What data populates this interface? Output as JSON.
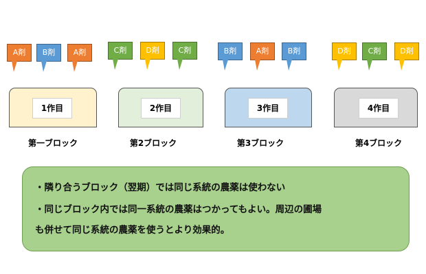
{
  "colors": {
    "A": "#ed7d31",
    "B": "#5b9bd5",
    "C": "#70ad47",
    "D": "#ffc000",
    "block1": "#fff2cc",
    "block2": "#e2efda",
    "block3": "#bdd7ee",
    "block4": "#d9d9d9",
    "notes_bg": "#a9d18e"
  },
  "blocks": [
    {
      "label": "第一ブロック",
      "crop": "1作目",
      "agents": [
        "A剤",
        "B剤",
        "A剤"
      ]
    },
    {
      "label": "第2ブロック",
      "crop": "2作目",
      "agents": [
        "C剤",
        "D剤",
        "C剤"
      ]
    },
    {
      "label": "第3ブロック",
      "crop": "3作目",
      "agents": [
        "B剤",
        "A剤",
        "B剤"
      ]
    },
    {
      "label": "第4ブロック",
      "crop": "4作目",
      "agents": [
        "D剤",
        "C剤",
        "D剤"
      ]
    }
  ],
  "notes": {
    "line1": "・隣り合うブロック（翌期）では同じ系統の農薬は使わない",
    "line2": "・同じブロック内では同一系統の農薬はつかってもよい。周辺の圃場",
    "line3": "も併せて同じ系統の農薬を使うとより効果的。"
  }
}
